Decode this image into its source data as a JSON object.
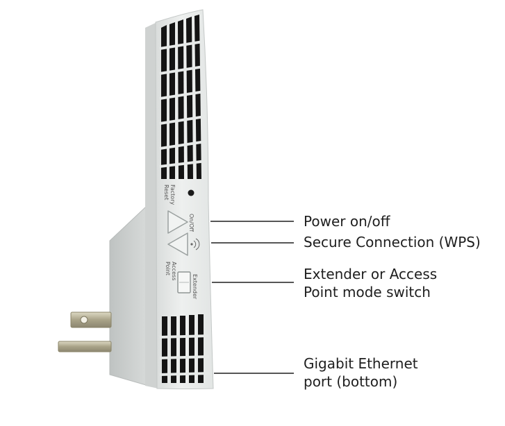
{
  "device": {
    "labels": {
      "factory_reset": [
        "Factory",
        "Reset"
      ],
      "on_off": "On/Off",
      "access_point": [
        "Access",
        "Point"
      ],
      "extender": "Extender"
    }
  },
  "callouts": [
    {
      "id": "power",
      "lines": [
        "Power on/off"
      ]
    },
    {
      "id": "wps",
      "lines": [
        "Secure Connection (WPS)"
      ]
    },
    {
      "id": "mode",
      "lines": [
        "Extender or Access",
        "Point mode switch"
      ]
    },
    {
      "id": "ethernet",
      "lines": [
        "Gigabit Ethernet",
        "port (bottom)"
      ]
    }
  ],
  "colors": {
    "body_front": "#e9ebea",
    "body_side": "#d2d5d4",
    "vent": "#141414",
    "plug_metal": "#b3ae95",
    "leader_line": "#1e1e1e"
  }
}
